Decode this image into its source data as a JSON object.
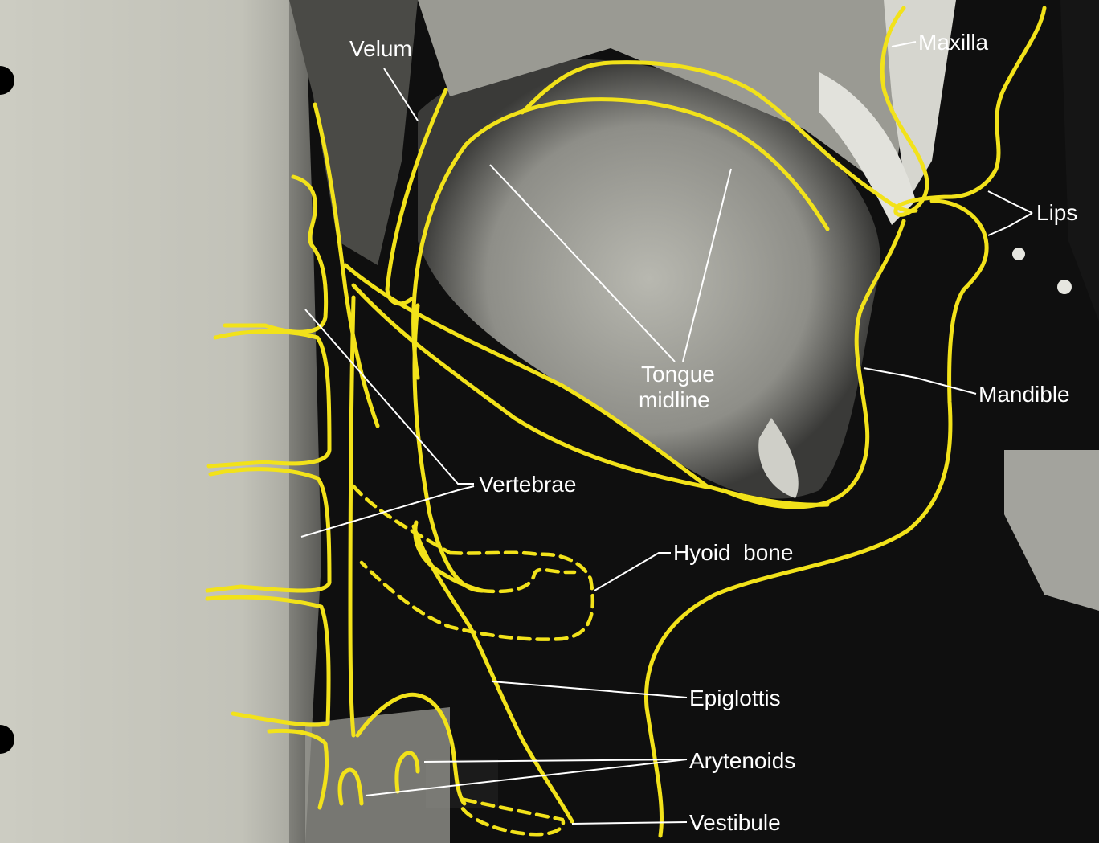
{
  "labels": {
    "velum": "Velum",
    "maxilla": "Maxilla",
    "lips": "Lips",
    "tongue_line1": "Tongue",
    "tongue_line2": "midline",
    "mandible": "Mandible",
    "vertebrae": "Vertebrae",
    "hyoid": "Hyoid  bone",
    "epiglottis": "Epiglottis",
    "arytenoids": "Arytenoids",
    "vestibule": "Vestibule"
  },
  "colors": {
    "trace": "#f2e21a",
    "label_text": "#ffffff",
    "xray_dark": "#111111",
    "xray_light": "#c9c9bf"
  }
}
